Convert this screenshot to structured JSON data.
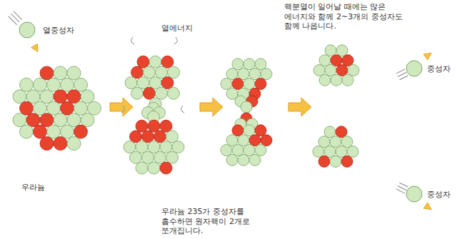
{
  "diagram": {
    "labels": [
      "핵분열이 일어날 때에는 많은 에너지와 함께 2~3개의 중성자도 함께 나옵니다.",
      "열중성자",
      "열에너지",
      "중성자",
      "우라늄",
      "중성자",
      "우라늄 235가 중성자를 흡수하면 원자핵이 2개로 쪼개집니다."
    ]
  }
}
